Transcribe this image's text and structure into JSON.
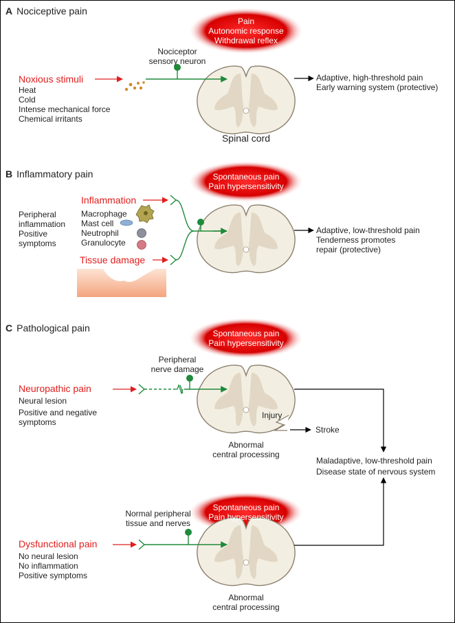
{
  "panels": {
    "a": {
      "letter": "A",
      "title": "Nociceptive pain",
      "blob_lines": [
        "Pain",
        "Autonomic response",
        "Withdrawal reflex"
      ],
      "neuron_label": [
        "Nociceptor",
        "sensory neuron"
      ],
      "stimulus": "Noxious stimuli",
      "stimulus_list": [
        "Heat",
        "Cold",
        "Intense mechanical force",
        "Chemical irritants"
      ],
      "outcome": [
        "Adaptive, high-threshold pain",
        "Early warning system (protective)"
      ],
      "cord_label": "Spinal cord"
    },
    "b": {
      "letter": "B",
      "title": "Inflammatory pain",
      "blob_lines": [
        "Spontaneous pain",
        "Pain hypersensitivity"
      ],
      "side_labels": [
        "Peripheral",
        "inflammation",
        "Positive",
        "symptoms"
      ],
      "input_top": "Inflammation",
      "cells": [
        "Macrophage",
        "Mast cell",
        "Neutrophil",
        "Granulocyte"
      ],
      "input_bottom": "Tissue damage",
      "outcome": [
        "Adaptive, low-threshold pain",
        "Tenderness promotes",
        "repair (protective)"
      ]
    },
    "c": {
      "letter": "C",
      "title": "Pathological pain",
      "neuropathic": {
        "blob_lines": [
          "Spontaneous pain",
          "Pain hypersensitivity"
        ],
        "nerve_label": [
          "Peripheral",
          "nerve damage"
        ],
        "stimulus": "Neuropathic pain",
        "details": [
          "Neural lesion",
          "Positive and negative",
          "symptoms"
        ],
        "injury": "Injury",
        "stroke": "Stroke",
        "processing": [
          "Abnormal",
          "central processing"
        ]
      },
      "outcome": [
        "Maladaptive, low-threshold pain",
        "Disease state of nervous system"
      ],
      "dysfunctional": {
        "blob_lines": [
          "Spontaneous pain",
          "Pain hypersensitivity"
        ],
        "nerve_label": [
          "Normal peripheral",
          "tissue and nerves"
        ],
        "stimulus": "Dysfunctional pain",
        "details": [
          "No neural lesion",
          "No inflammation",
          "Positive symptoms"
        ],
        "processing": [
          "Abnormal",
          "central processing"
        ]
      }
    }
  },
  "colors": {
    "stimulus_red": "#e11d1d",
    "blob_red": "#d60000",
    "neuron_green": "#1e8a3a",
    "cord_fill": "#f3eee2",
    "cord_stroke": "#8a7f6c",
    "gray_matter": "#e1d7c4",
    "tissue": "#f6b08c"
  }
}
